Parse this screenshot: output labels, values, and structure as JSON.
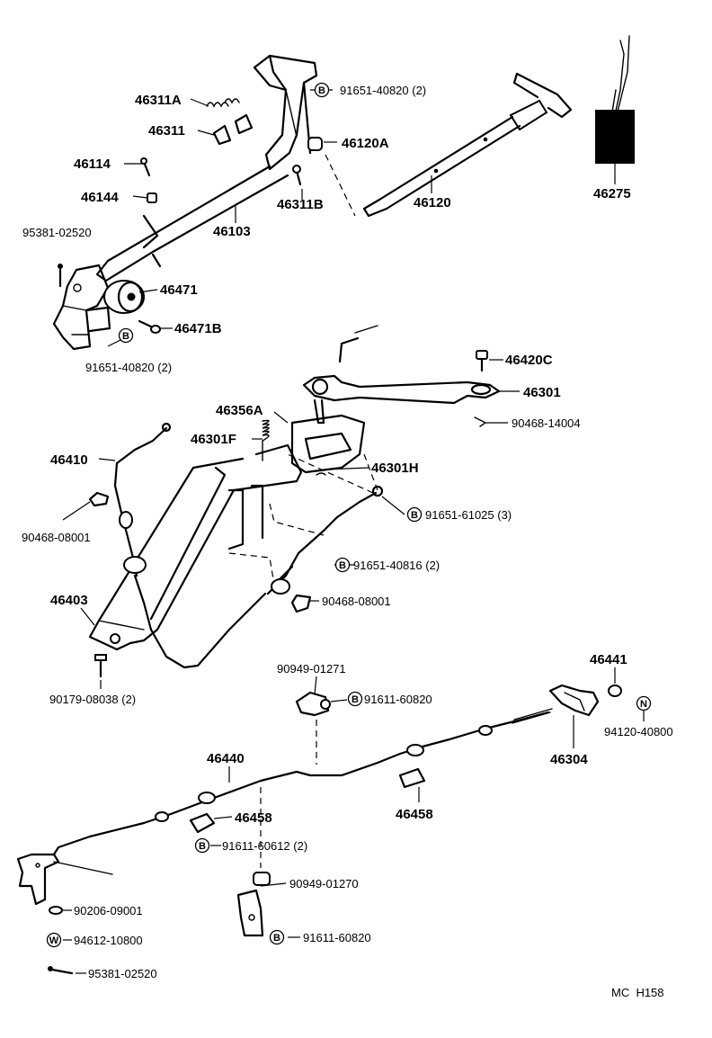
{
  "labels": {
    "p46311A": "46311A",
    "p46311": "46311",
    "p46114": "46114",
    "p46144": "46144",
    "p95381_top": "95381-02520",
    "p46103": "46103",
    "p46311B": "46311B",
    "p46120A": "46120A",
    "p46120": "46120",
    "p46275": "46275",
    "b91651_40820_top": "91651-40820 (2)",
    "p46471": "46471",
    "p46471B": "46471B",
    "b91651_40820_bot": "91651-40820 (2)",
    "p46420C": "46420C",
    "p46301": "46301",
    "p90468_14004": "90468-14004",
    "p46356A": "46356A",
    "p46301F": "46301F",
    "p46301H": "46301H",
    "p46410": "46410",
    "p90468_08001_left": "90468-08001",
    "b91651_61025": "91651-61025 (3)",
    "b91651_40816": "91651-40816 (2)",
    "p90468_08001_mid": "90468-08001",
    "p46403": "46403",
    "p90179_08038": "90179-08038 (2)",
    "p90949_01271": "90949-01271",
    "b91611_60820_top": "91611-60820",
    "p46441": "46441",
    "n94120_40800": "94120-40800",
    "p46304": "46304",
    "p46440": "46440",
    "p46458_left": "46458",
    "p46458_right": "46458",
    "b91611_60612": "91611-60612 (2)",
    "p90949_01270": "90949-01270",
    "p90206_09001": "90206-09001",
    "w94612_10800": "94612-10800",
    "b91611_60820_bot": "91611-60820",
    "p95381_bot": "95381-02520",
    "footer": "MC  H158"
  },
  "symbols": {
    "bolt": "B",
    "nut": "N",
    "washer": "W"
  }
}
